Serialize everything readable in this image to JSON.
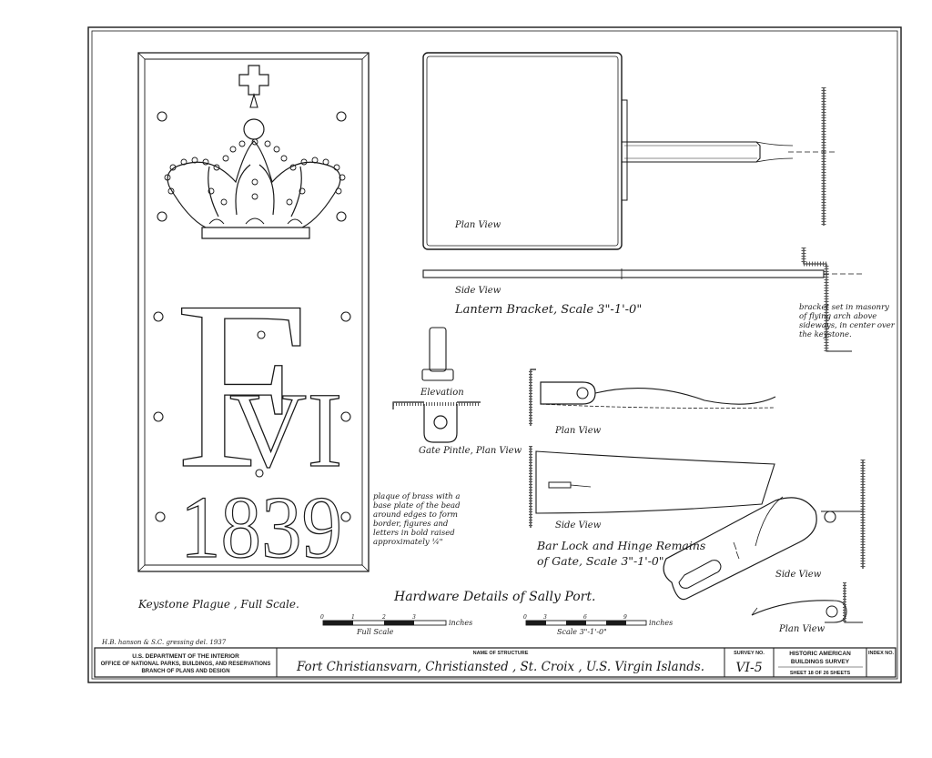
{
  "plaque": {
    "monogram_letter": "F",
    "monogram_numeral": "VI",
    "year": "1839",
    "caption": "Keystone Plague , Full Scale.",
    "note": [
      "plaque of brass with a",
      "base plate of the bead",
      "around edges to form",
      "border, figures and",
      "letters in bold raised",
      "approximately ¼\""
    ]
  },
  "lantern_bracket": {
    "plan_label": "Plan View",
    "side_label": "Side View",
    "title": "Lantern Bracket, Scale 3\"-1'-0\"",
    "note": [
      "bracket set in masonry",
      "of flying arch above",
      "sideways, in center over",
      "the keystone."
    ]
  },
  "gate_pintle": {
    "elevation_label": "Elevation",
    "plan_label": "Gate Pintle, Plan View"
  },
  "bar_lock": {
    "plan_label": "Plan View",
    "side_label": "Side View",
    "title_line1": "Bar Lock and Hinge Remains",
    "title_line2": "of Gate, Scale 3\"-1'-0\"",
    "side_view_label": "Side View",
    "plan_view_label": "Plan View"
  },
  "main_title": "Hardware Details of Sally Port.",
  "scales": {
    "full": {
      "label": "Full Scale",
      "units": "inches",
      "ticks": [
        "0",
        "1",
        "2",
        "3"
      ]
    },
    "reduced": {
      "label": "Scale 3\"-1'-0\"",
      "units": "inches",
      "ticks": [
        "0",
        "3",
        "6",
        "9"
      ]
    }
  },
  "delineator": "H.B. hanson & S.C. gressing del. 1937",
  "title_block": {
    "dept_line1": "U.S. DEPARTMENT OF THE INTERIOR",
    "dept_line2": "OFFICE OF NATIONAL PARKS, BUILDINGS, AND RESERVATIONS",
    "dept_line3": "BRANCH OF PLANS AND DESIGN",
    "name_heading": "NAME OF STRUCTURE",
    "structure_name": "Fort Christiansvarn, Christiansted , St. Croix , U.S. Virgin Islands.",
    "survey_heading": "SURVEY NO.",
    "survey_no": "VI-5",
    "habs_line1": "HISTORIC AMERICAN",
    "habs_line2": "BUILDINGS SURVEY",
    "sheet_text": "SHEET 18 OF 26 SHEETS",
    "index_heading": "INDEX NO."
  }
}
